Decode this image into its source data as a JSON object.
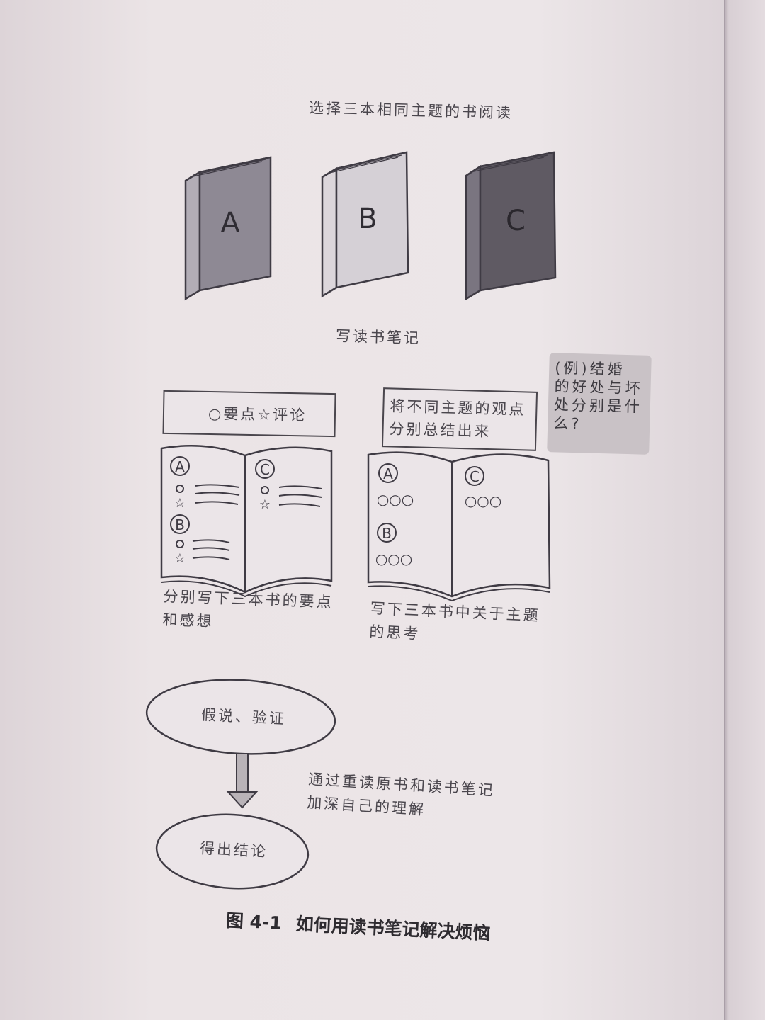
{
  "header_text": "选择三本相同主题的书阅读",
  "books": [
    {
      "letter": "A",
      "color": "#8e8994"
    },
    {
      "letter": "B",
      "color": "#d5d0d6"
    },
    {
      "letter": "C",
      "color": "#5f5a63"
    }
  ],
  "step2_title": "写读书笔记",
  "left_note": {
    "box_text": "○要点☆评论",
    "caption": "分别写下三本书的要点\n和感想"
  },
  "right_note": {
    "box_text": "将不同主题的观点\n分别总结出来",
    "caption": "写下三本书中关于主题\n的思考"
  },
  "example_text": "(例)结婚\n的好处与坏\n处分别是什\n么?",
  "flow": {
    "top": "假说、验证",
    "bottom": "得出结论",
    "side_text": "通过重读原书和读书笔记\n加深自己的理解"
  },
  "figure_caption": {
    "number": "图 4-1",
    "title": "如何用读书笔记解决烦恼"
  },
  "notebook_marks": {
    "left_page_a": "A",
    "left_page_b": "B",
    "left_page_c": "C",
    "right_page_a": "A",
    "right_page_b": "B",
    "right_page_c": "C",
    "circles": "○○○"
  }
}
